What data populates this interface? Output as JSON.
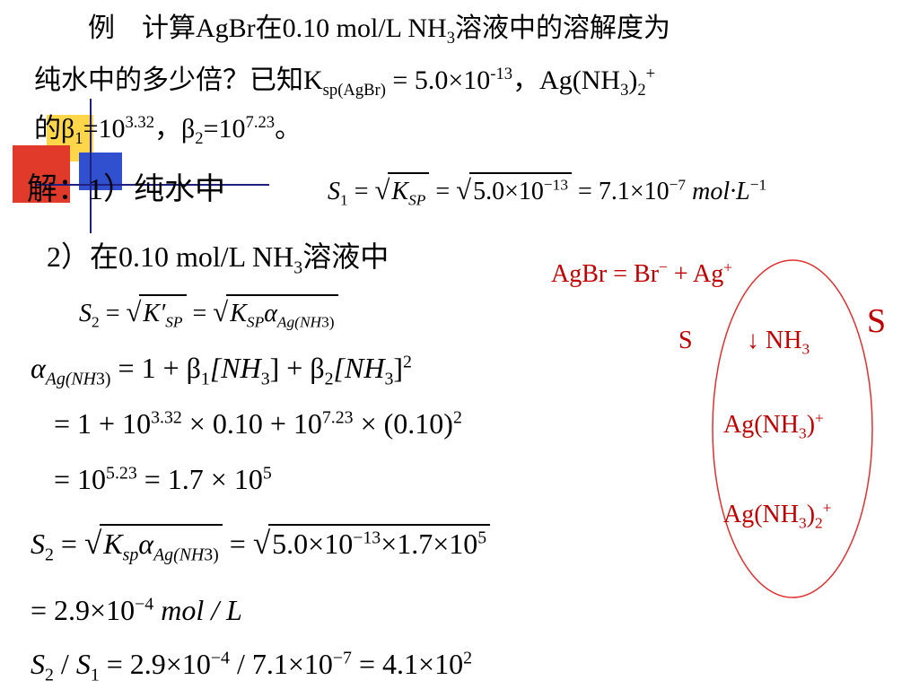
{
  "problem": {
    "line1_a": "例　计算AgBr在0.10 mol/L NH",
    "line1_sub": "3",
    "line1_b": "溶液中的溶解度为",
    "line2_a": "纯水中的多少倍？已知K",
    "line2_sub": "sp(AgBr)",
    "line2_b": " = 5.0×10",
    "line2_sup": "-13",
    "line2_c": "，Ag(NH",
    "line2_sub2": "3",
    "line2_d": ")",
    "line2_sub3": "2",
    "line2_sup2": "+",
    "line3_a": "的β",
    "line3_sub1": "1",
    "line3_b": "=10",
    "line3_sup1": "3.32",
    "line3_c": "，β",
    "line3_sub2": "2",
    "line3_d": "=10",
    "line3_sup2": "7.23",
    "line3_e": "。"
  },
  "solution": {
    "step1_label": "解：1）纯水中",
    "eq1": {
      "s": "S",
      "s_sub": "1",
      "eq": "=",
      "k": "K",
      "k_sub": "SP",
      "eq2": "=",
      "val": "5.0×10",
      "val_sup": "−13",
      "eq3": "= 7.1×10",
      "res_sup": "−7",
      "unit": "mol·L",
      "unit_sup": "−1"
    },
    "step2_label_a": "2）在0.10 mol/L NH",
    "step2_sub": "3",
    "step2_label_b": "溶液中",
    "eq2": {
      "s": "S",
      "s_sub": "2",
      "eq": "=",
      "k": "K′",
      "k_sub": "SP",
      "eq2": "=",
      "k2": "K",
      "k2_sub": "SP",
      "alpha": "α",
      "alpha_sub": "Ag(NH",
      "alpha_sub3": "3",
      "alpha_sub_end": ")"
    },
    "eq3": {
      "alpha": "α",
      "alpha_sub": "Ag(NH",
      "alpha_sub3": "3",
      "alpha_sub_end": ")",
      "rest_a": " = 1 + β",
      "b1": "1",
      "rest_b": "[NH",
      "n1": "3",
      "rest_c": "] + β",
      "b2": "2",
      "rest_d": "[NH",
      "n2": "3",
      "rest_e": "]",
      "sq": "2"
    },
    "eq4": {
      "a": "= 1 + 10",
      "a_sup": "3.32",
      "b": " × 0.10 + 10",
      "b_sup": "7.23",
      "c": " × (0.10)",
      "c_sup": "2"
    },
    "eq5": {
      "a": "= 10",
      "a_sup": "5.23",
      "b": " = 1.7 × 10",
      "b_sup": "5"
    },
    "eq6": {
      "s": "S",
      "s_sub": "2",
      "eq": " = ",
      "k": "K",
      "k_sub": "sp",
      "alpha": "α",
      "alpha_sub": "Ag(NH",
      "alpha_sub3": "3",
      "alpha_sub_end": ")",
      "eq2": " = ",
      "val": "5.0×10",
      "val_sup": "−13",
      "val2": "×1.7×10",
      "val2_sup": "5"
    },
    "eq7": {
      "a": "= 2.9×10",
      "a_sup": "−4",
      "unit": "mol / L"
    },
    "eq8": {
      "s2": "S",
      "s2_sub": "2",
      "slash": " / ",
      "s1": "S",
      "s1_sub": "1",
      "a": " = 2.9×10",
      "a_sup": "−4",
      "b": " / 7.1×10",
      "b_sup": "−7",
      "c": " = 4.1×10",
      "c_sup": "2"
    }
  },
  "diagram": {
    "reaction_a": "AgBr = Br",
    "reaction_sup1": "−",
    "reaction_b": " + Ag",
    "reaction_sup2": "+",
    "s_left": "S",
    "arrow_nh3": "↓ NH",
    "arrow_sub": "3",
    "s_right": "S",
    "complex1": "Ag(NH",
    "complex1_sub": "3",
    "complex1_end": ")",
    "complex1_sup": "+",
    "complex2": "Ag(NH",
    "complex2_sub": "3",
    "complex2_end": ")",
    "complex2_sub2": "2",
    "complex2_sup": "+",
    "red_color": "#c00000"
  }
}
